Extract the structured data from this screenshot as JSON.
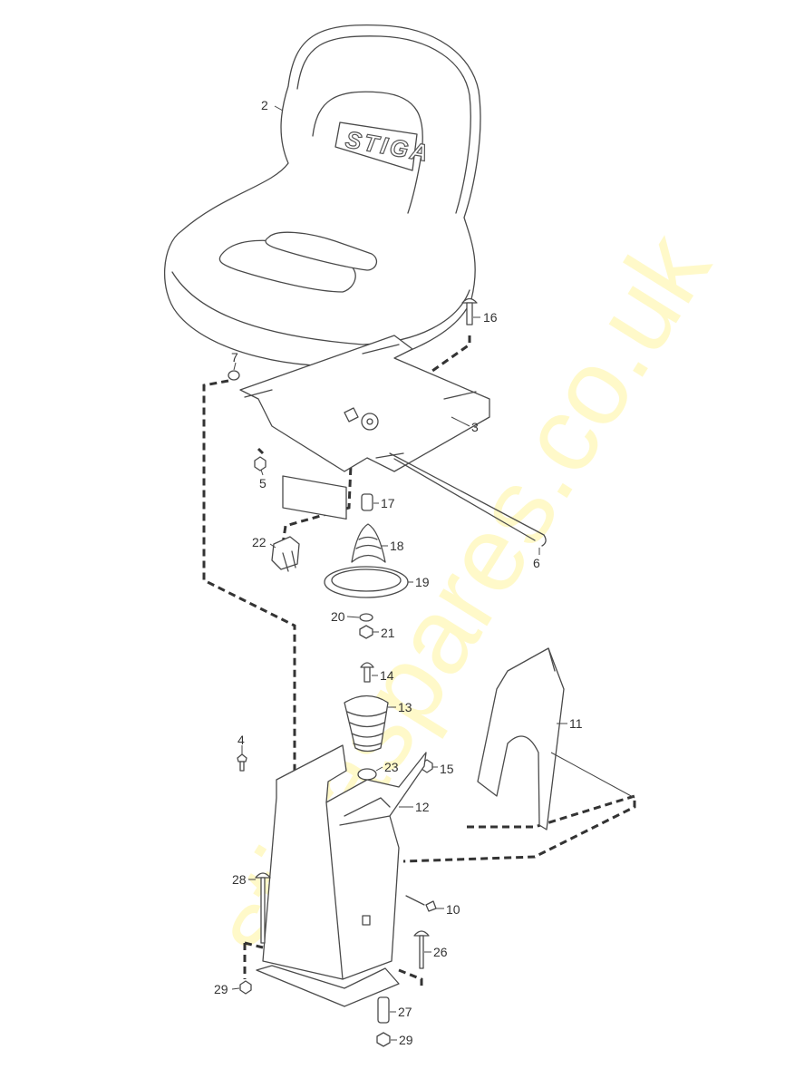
{
  "diagram": {
    "title": "Seat assembly exploded parts diagram",
    "brand_logo": "STIGA",
    "watermark": "stigaspares.co.uk",
    "parts": [
      {
        "id": "2",
        "name": "seat"
      },
      {
        "id": "16",
        "name": "bolt"
      },
      {
        "id": "7",
        "name": "washer"
      },
      {
        "id": "3",
        "name": "seat-plate"
      },
      {
        "id": "5",
        "name": "nut"
      },
      {
        "id": "17",
        "name": "spacer"
      },
      {
        "id": "22",
        "name": "switch"
      },
      {
        "id": "18",
        "name": "spring"
      },
      {
        "id": "6",
        "name": "rod"
      },
      {
        "id": "19",
        "name": "disc"
      },
      {
        "id": "20",
        "name": "washer"
      },
      {
        "id": "21",
        "name": "nut"
      },
      {
        "id": "14",
        "name": "bolt"
      },
      {
        "id": "13",
        "name": "spring"
      },
      {
        "id": "11",
        "name": "cover"
      },
      {
        "id": "4",
        "name": "screw"
      },
      {
        "id": "23",
        "name": "washer"
      },
      {
        "id": "15",
        "name": "nut"
      },
      {
        "id": "12",
        "name": "seat-bracket"
      },
      {
        "id": "28",
        "name": "carriage-bolt"
      },
      {
        "id": "10",
        "name": "screw"
      },
      {
        "id": "26",
        "name": "carriage-bolt"
      },
      {
        "id": "29",
        "name": "nut"
      },
      {
        "id": "27",
        "name": "spacer"
      },
      {
        "id": "29b",
        "name": "nut"
      }
    ]
  }
}
